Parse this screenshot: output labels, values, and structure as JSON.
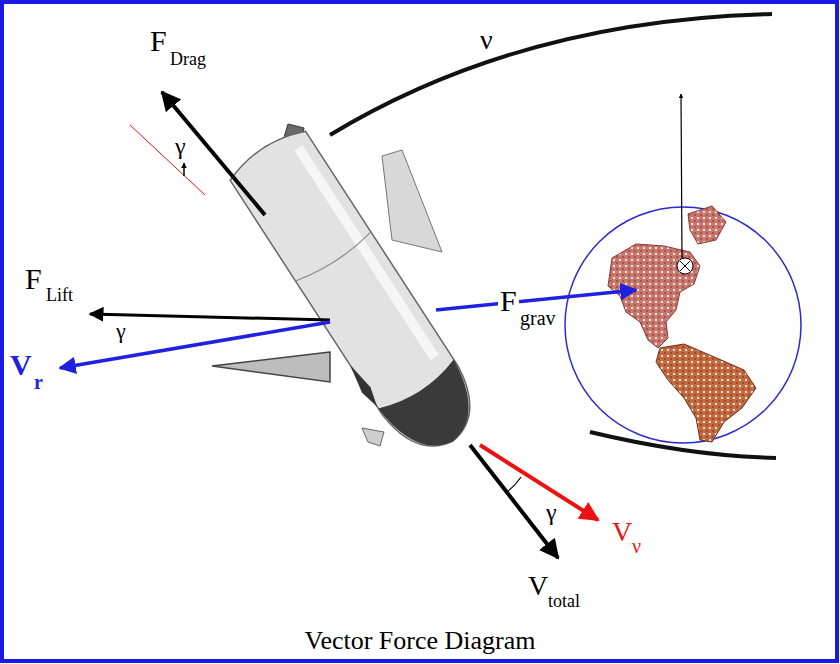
{
  "diagram": {
    "caption": "Vector Force Diagram",
    "labels": [
      "F",
      "Drag",
      "γ",
      "ν",
      "F",
      "Lift",
      "γ",
      "V",
      "r",
      "F",
      "grav",
      "V",
      "ν",
      "γ",
      "V",
      "total"
    ]
  }
}
